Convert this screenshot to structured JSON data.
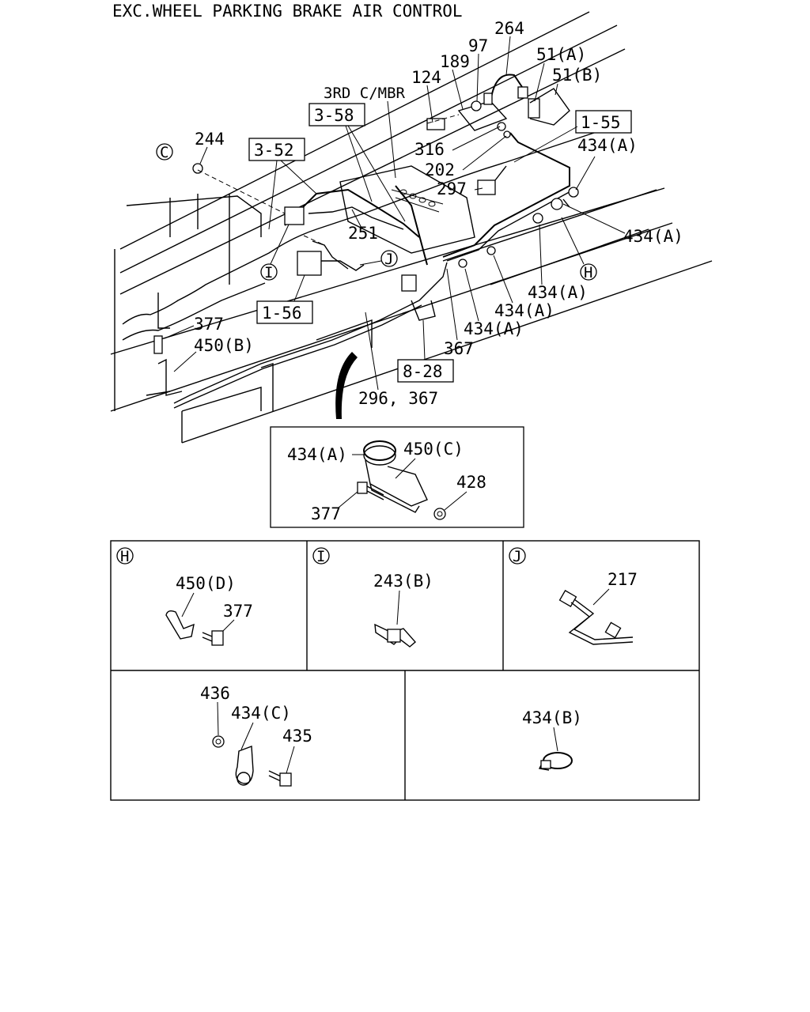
{
  "title": "EXC.WHEEL PARKING BRAKE AIR CONTROL",
  "frame_label": "3RD C/MBR",
  "ref_boxes": [
    "3-58",
    "3-52",
    "1-55",
    "1-56",
    "8-28"
  ],
  "main_labels": {
    "l264": "264",
    "l97": "97",
    "l189": "189",
    "l51a": "51(A)",
    "l51b": "51(B)",
    "l124": "124",
    "l316": "316",
    "l202": "202",
    "l297": "297",
    "l244": "244",
    "l251": "251",
    "l434a_1": "434(A)",
    "l434a_2": "434(A)",
    "l434a_3": "434(A)",
    "l434a_4": "434(A)",
    "l434a_5": "434(A)",
    "l377": "377",
    "l450b": "450(B)",
    "l367": "367",
    "l296_367": "296, 367"
  },
  "callouts": {
    "c": "C",
    "h": "H",
    "i": "I",
    "j": "J"
  },
  "inset_detail": {
    "l434a": "434(A)",
    "l450c": "450(C)",
    "l428": "428",
    "l377": "377"
  },
  "panels": {
    "h": {
      "tag": "H",
      "l450d": "450(D)",
      "l377": "377"
    },
    "i": {
      "tag": "I",
      "l243b": "243(B)"
    },
    "j": {
      "tag": "J",
      "l217": "217"
    },
    "bottom_left": {
      "l436": "436",
      "l434c": "434(C)",
      "l435": "435"
    },
    "bottom_right": {
      "l434b": "434(B)"
    }
  }
}
